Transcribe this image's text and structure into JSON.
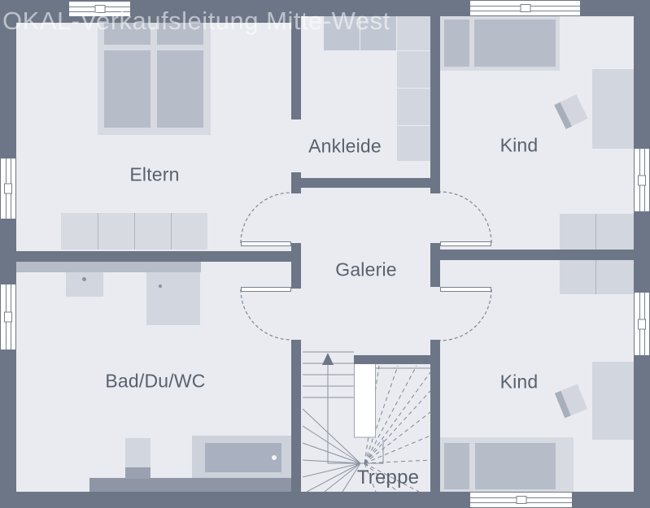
{
  "watermark": "OKAL-Verkaufsleitung Mitte-West",
  "rooms": {
    "eltern": {
      "label": "Eltern"
    },
    "ankleide": {
      "label": "Ankleide"
    },
    "kind_top": {
      "label": "Kind"
    },
    "galerie": {
      "label": "Galerie"
    },
    "bad": {
      "label": "Bad/Du/WC"
    },
    "kind_bottom": {
      "label": "Kind"
    },
    "treppe": {
      "label": "Treppe"
    }
  },
  "icons": {
    "window": "window-symbol with frame rails and handle",
    "door": "door-leaf with dashed swing arc",
    "stairs": "winder-staircase with up arrow",
    "furniture": [
      "double-bed",
      "single-bed",
      "wardrobe",
      "dresser",
      "desk",
      "chair",
      "vanity-counter",
      "sink",
      "shower",
      "toilet",
      "bathtub"
    ]
  },
  "colors": {
    "wall": "#6d7687",
    "floor": "#e9ebf0",
    "furniture_dark": "#b6bcc8",
    "furniture_light": "#d7dae1",
    "furniture_mid": "#d2d6de",
    "tub_inner": "#a9b0bf",
    "label_text": "#59616f",
    "watermark_text": "rgba(255,255,255,0.55)"
  }
}
